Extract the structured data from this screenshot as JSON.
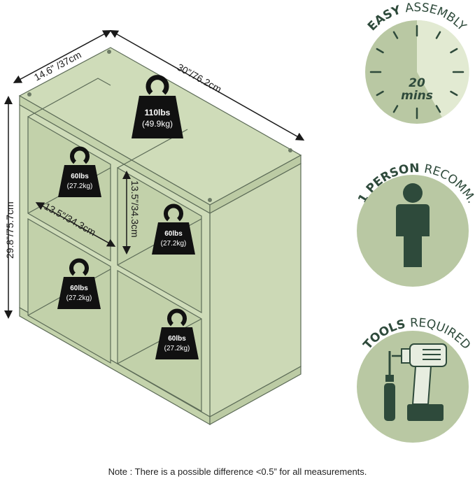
{
  "dimensions": {
    "depth": "14.6” /37cm",
    "width": "30”/76.2cm",
    "height": "29.8”/75.7cm",
    "cube_width": "13.5”/34.3cm",
    "cube_height": "13.5”/34.3cm"
  },
  "weights": {
    "top": {
      "line1": "110lbs",
      "line2": "(49.9kg)"
    },
    "cube_top_left": {
      "line1": "60lbs",
      "line2": "(27.2kg)"
    },
    "cube_top_right": {
      "line1": "60lbs",
      "line2": "(27.2kg)"
    },
    "cube_bottom_left": {
      "line1": "60lbs",
      "line2": "(27.2kg)"
    },
    "cube_bottom_right": {
      "line1": "60lbs",
      "line2": "(27.2kg)"
    }
  },
  "badges": {
    "assembly": {
      "bold": "EASY",
      "regular": "ASSEMBLY",
      "number": "20",
      "unit": "mins"
    },
    "person": {
      "bold": "1 PERSON",
      "regular": "RECOMM."
    },
    "tools": {
      "bold": "TOOLS",
      "regular": "REQUIRED"
    }
  },
  "note": "Note : There is a possible difference <0.5” for all measurements.",
  "colors": {
    "cabinet": "#cfdcb9",
    "cabinet_edge": "#5c6b57",
    "badge_bg": "#b9c8a3",
    "badge_dark": "#2e4a3b",
    "weight_icon": "#111111"
  }
}
